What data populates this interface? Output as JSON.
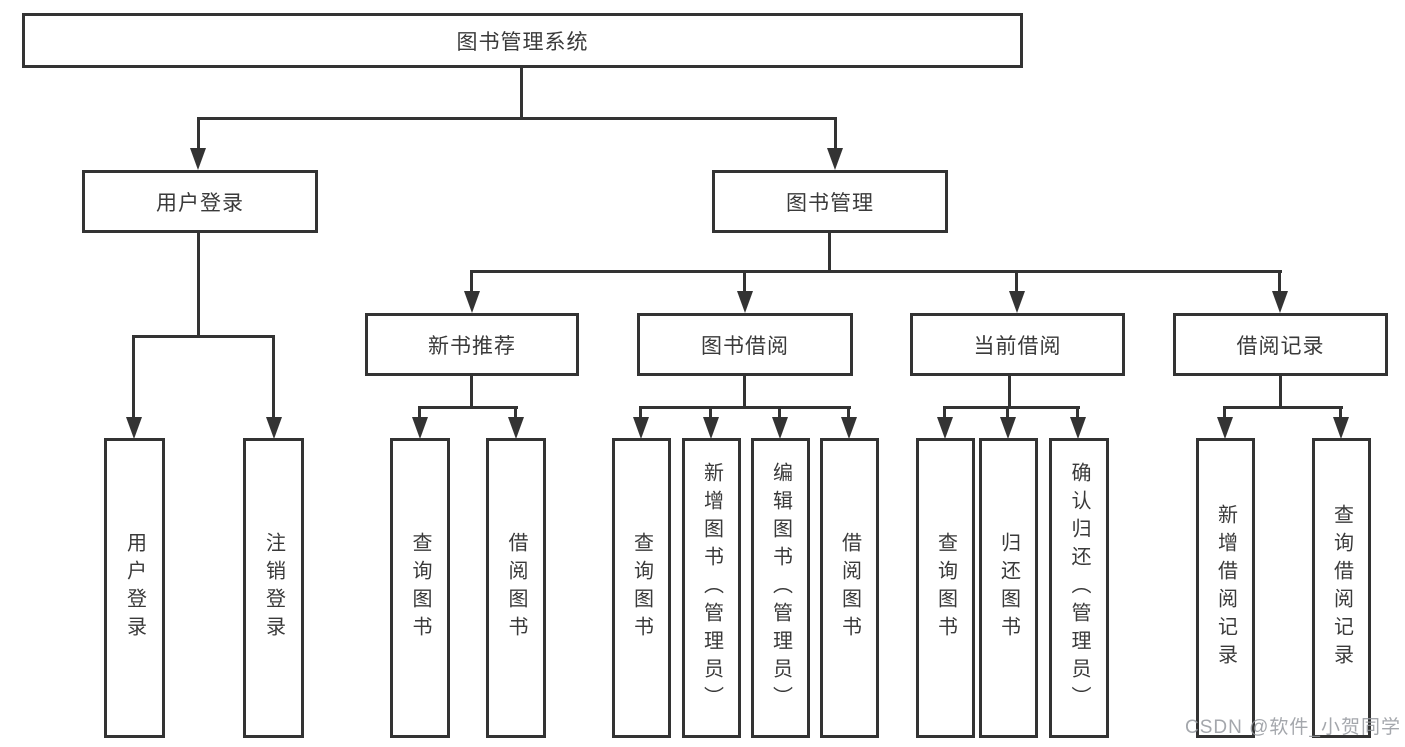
{
  "tree": {
    "label": "图书管理系统",
    "children": [
      {
        "label": "用户登录",
        "children": [
          {
            "label": "用户登录"
          },
          {
            "label": "注销登录"
          }
        ]
      },
      {
        "label": "图书管理",
        "children": [
          {
            "label": "新书推荐",
            "children": [
              {
                "label": "查询图书"
              },
              {
                "label": "借阅图书"
              }
            ]
          },
          {
            "label": "图书借阅",
            "children": [
              {
                "label": "查询图书"
              },
              {
                "label": "新增图书（管理员）"
              },
              {
                "label": "编辑图书（管理员）"
              },
              {
                "label": "借阅图书"
              }
            ]
          },
          {
            "label": "当前借阅",
            "children": [
              {
                "label": "查询图书"
              },
              {
                "label": "归还图书"
              },
              {
                "label": "确认归还（管理员）"
              }
            ]
          },
          {
            "label": "借阅记录",
            "children": [
              {
                "label": "新增借阅记录"
              },
              {
                "label": "查询借阅记录"
              }
            ]
          }
        ]
      }
    ]
  },
  "watermark": "CSDN @软件_小贺同学",
  "colors": {
    "line": "#333333",
    "text": "#3a3a3a",
    "background": "#ffffff",
    "watermark": "#94989e"
  }
}
